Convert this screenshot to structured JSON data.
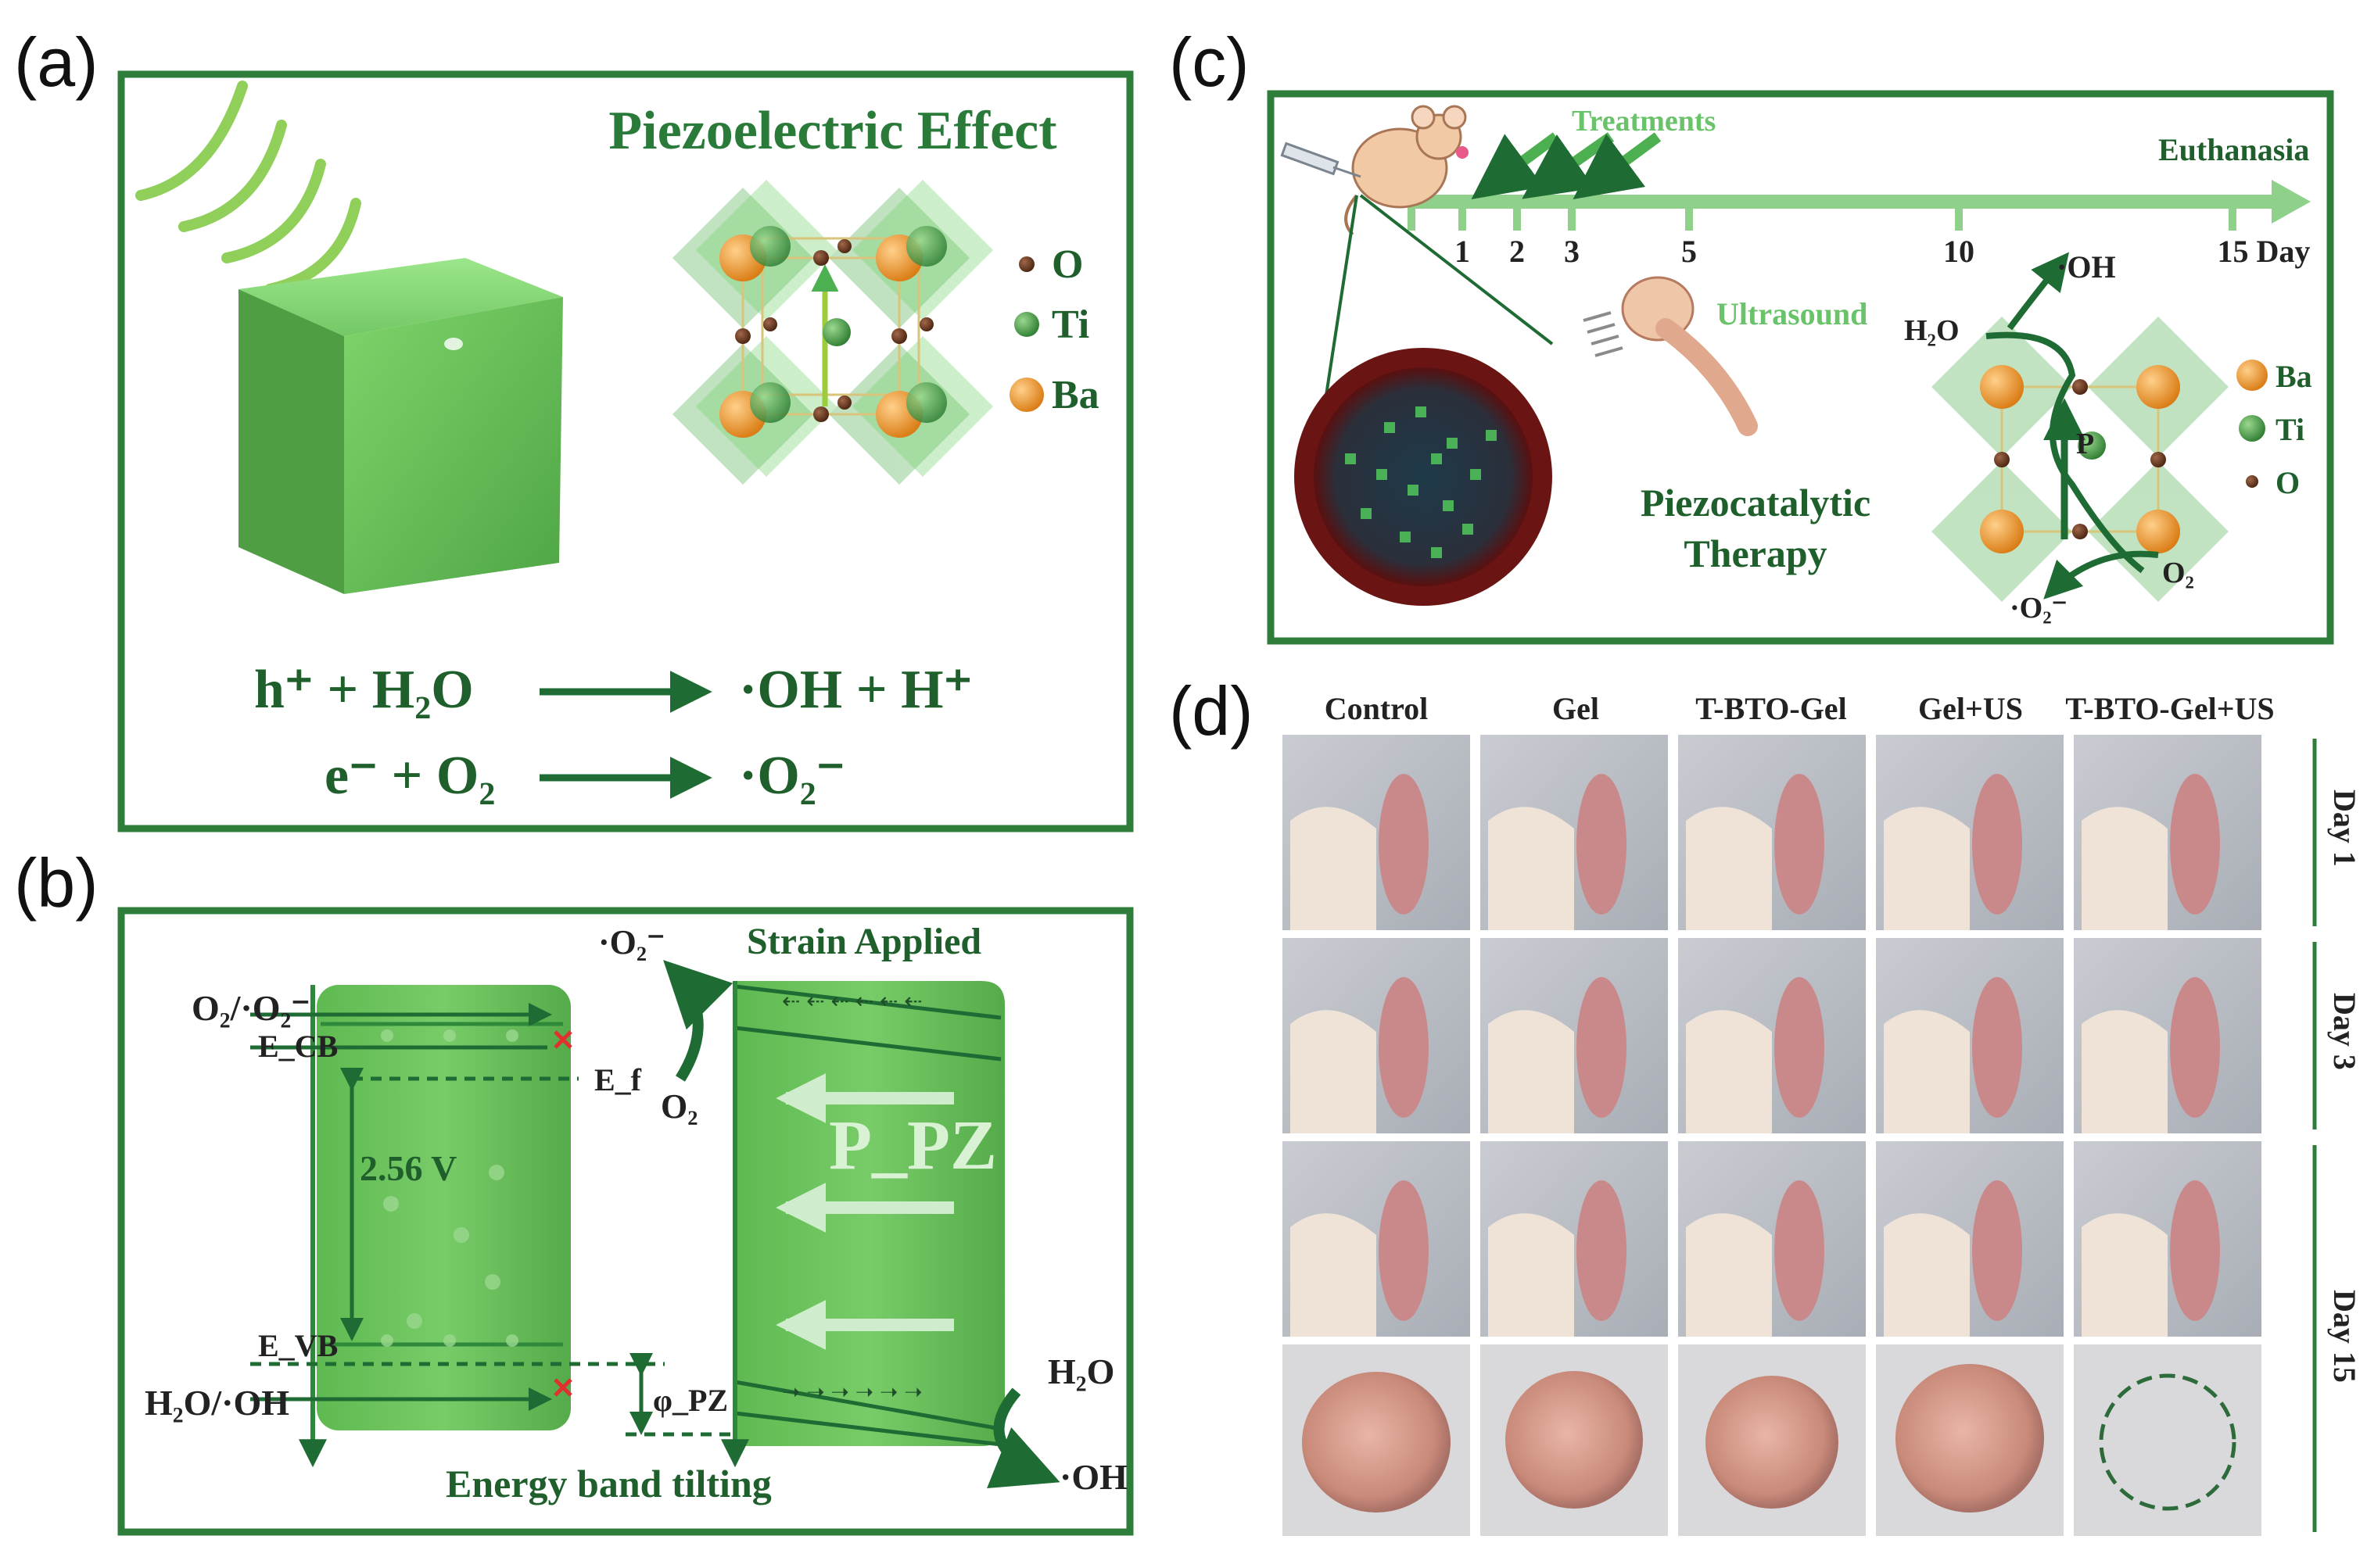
{
  "panels": {
    "a": {
      "label": "(a)",
      "title": "Piezoelectric Effect",
      "legend": [
        "O",
        "Ti",
        "Ba"
      ],
      "eq1_left": "h⁺ + H₂O",
      "eq1_right": "·OH + H⁺",
      "eq2_left": "e⁻ + O₂",
      "eq2_right": "·O₂⁻"
    },
    "b": {
      "label": "(b)",
      "o2_couple": "O₂/·O₂⁻",
      "ecb": "E_CB",
      "ef": "E_f",
      "gap": "2.56 V",
      "evb": "E_VB",
      "h2o_couple": "H₂O/·OH",
      "phi": "φ_PZ",
      "strain": "Strain Applied",
      "o2_radical": "·O₂⁻",
      "o2": "O₂",
      "ppz": "P_PZ",
      "h2o": "H₂O",
      "oh": "·OH",
      "caption": "Energy band tilting"
    },
    "c": {
      "label": "(c)",
      "treatments": "Treatments",
      "euthanasia": "Euthanasia",
      "days": [
        "1",
        "2",
        "3",
        "5",
        "10",
        "15 Day"
      ],
      "ultrasound": "Ultrasound",
      "therapy_line1": "Piezocatalytic",
      "therapy_line2": "Therapy",
      "oh": "·OH",
      "h2o": "H₂O",
      "o2": "O₂",
      "o2_radical": "·O₂⁻",
      "p": "P",
      "legend": [
        "Ba",
        "Ti",
        "O"
      ]
    },
    "d": {
      "label": "(d)",
      "columns": [
        "Control",
        "Gel",
        "T-BTO-Gel",
        "Gel+US",
        "T-BTO-Gel+US"
      ],
      "rows": [
        "Day 1",
        "Day 3",
        "Day 15"
      ]
    }
  },
  "colors": {
    "frame": "#2e7d3a",
    "cube": "#6cc35a",
    "text_green": "#2a7a3a",
    "arrow": "#1f6b34",
    "ba": "#e8932a",
    "ti": "#3f9b45",
    "o": "#6b3a1f",
    "tumor": "#7a1a1a"
  }
}
